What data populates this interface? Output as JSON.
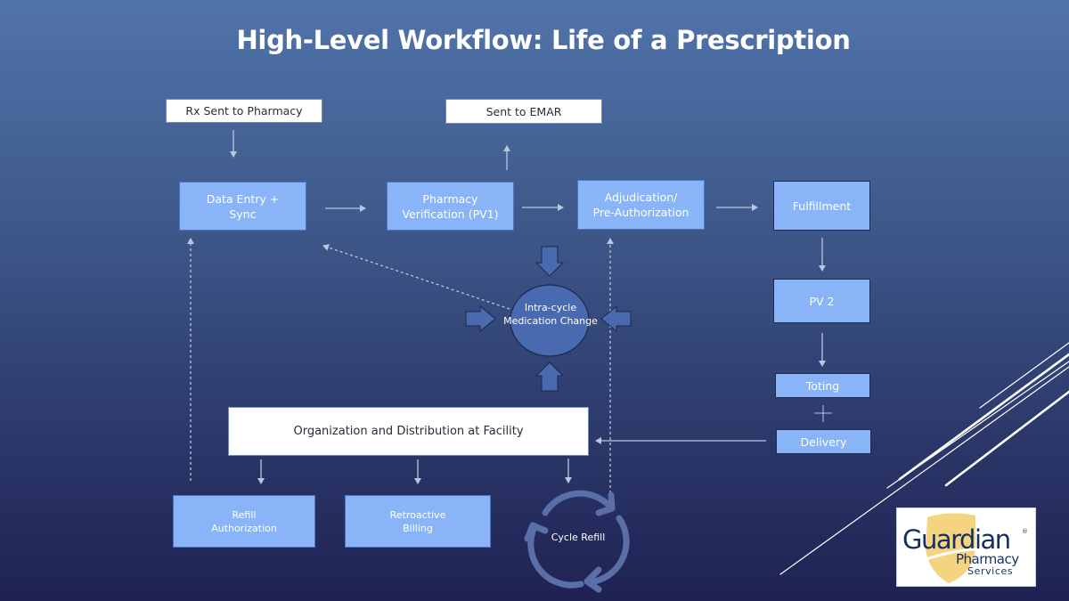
{
  "slide": {
    "title": "High-Level Workflow: Life of a Prescription"
  },
  "nodes": {
    "rx_sent": "Rx Sent to Pharmacy",
    "sent_emar": "Sent to EMAR",
    "data_entry": "Data Entry + Sync",
    "data_entry_lines": [
      "Data Entry +",
      "Sync"
    ],
    "pv1_lines": [
      "Pharmacy",
      "Verification (PV1)"
    ],
    "adjudication_lines": [
      "Adjudication/",
      "Pre-Authorization"
    ],
    "fulfillment": "Fulfillment",
    "pv2": "PV 2",
    "toting": "Toting",
    "delivery": "Delivery",
    "intra_cycle_lines": [
      "Intra-cycle",
      "Medication Change"
    ],
    "org_distribution": "Organization and Distribution at Facility",
    "refill_auth_lines": [
      "Refill",
      "Authorization"
    ],
    "retro_billing_lines": [
      "Retroactive",
      "Billing"
    ],
    "cycle_refill": "Cycle Refill"
  },
  "colors": {
    "process_box": "#8ab4f8",
    "start_box": "#ffffff",
    "circle": "#4a6ab0",
    "arrow": "#b9c6e0",
    "logo_text": "#15305f",
    "logo_shield": "#f3cd6b"
  },
  "logo": {
    "brand": "Guardian",
    "line2": "Pharmacy",
    "line3": "Services",
    "registered": "®"
  }
}
